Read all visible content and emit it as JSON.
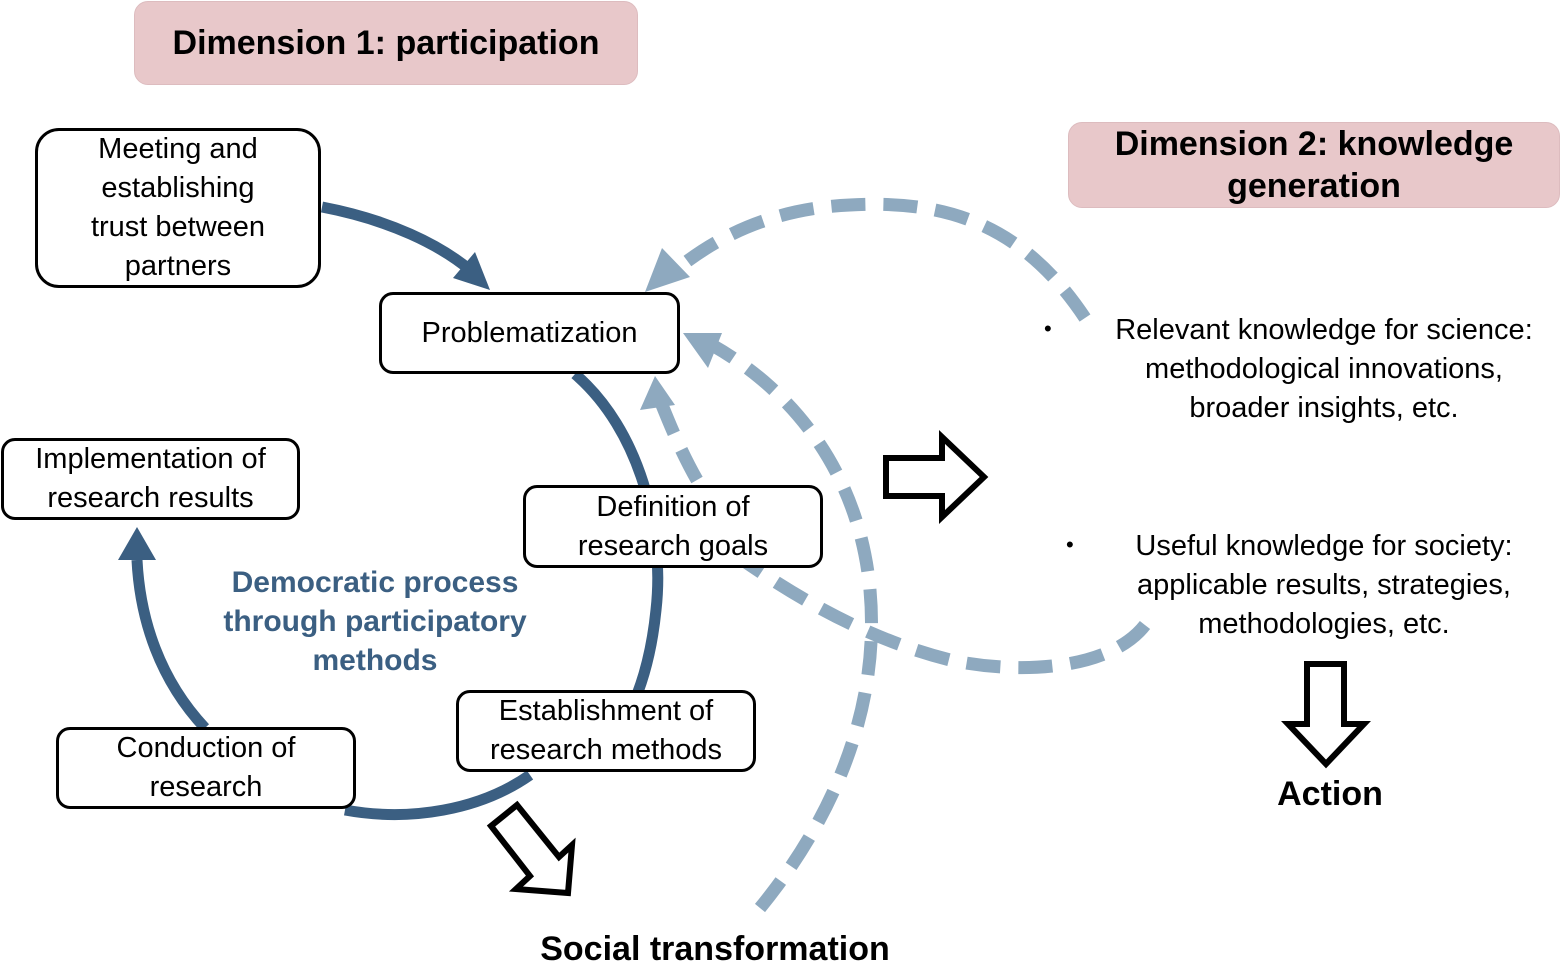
{
  "colors": {
    "header_bg": "#e8c8ca",
    "cycle_arrow": "#3b5f82",
    "feedback_dashed": "#8ea9bf",
    "node_border": "#000000",
    "center_label": "#3b5f82"
  },
  "dimensions": {
    "participation": "Dimension 1: participation",
    "knowledge_line1": "Dimension 2: knowledge",
    "knowledge_line2": "generation"
  },
  "nodes": {
    "meeting": "Meeting and\nestablishing\ntrust between\npartners",
    "problematization": "Problematization",
    "implementation": "Implementation of\nresearch results",
    "definition": "Definition of\nresearch goals",
    "establishment": "Establishment of\nresearch methods",
    "conduction": "Conduction of\nresearch"
  },
  "center_label": "Democratic process\nthrough participatory\nmethods",
  "knowledge": {
    "bullet_symbol": "•",
    "science": "Relevant knowledge for science:\nmethodological innovations,\nbroader insights, etc.",
    "society": "Useful knowledge for society:\napplicable results, strategies,\nmethodologies, etc."
  },
  "outcomes": {
    "action": "Action",
    "social": "Social transformation"
  },
  "icons": {
    "right_arrow": "block-arrow-right-icon",
    "down_arrow": "block-arrow-down-icon",
    "diagonal_arrow": "block-arrow-down-right-icon"
  }
}
